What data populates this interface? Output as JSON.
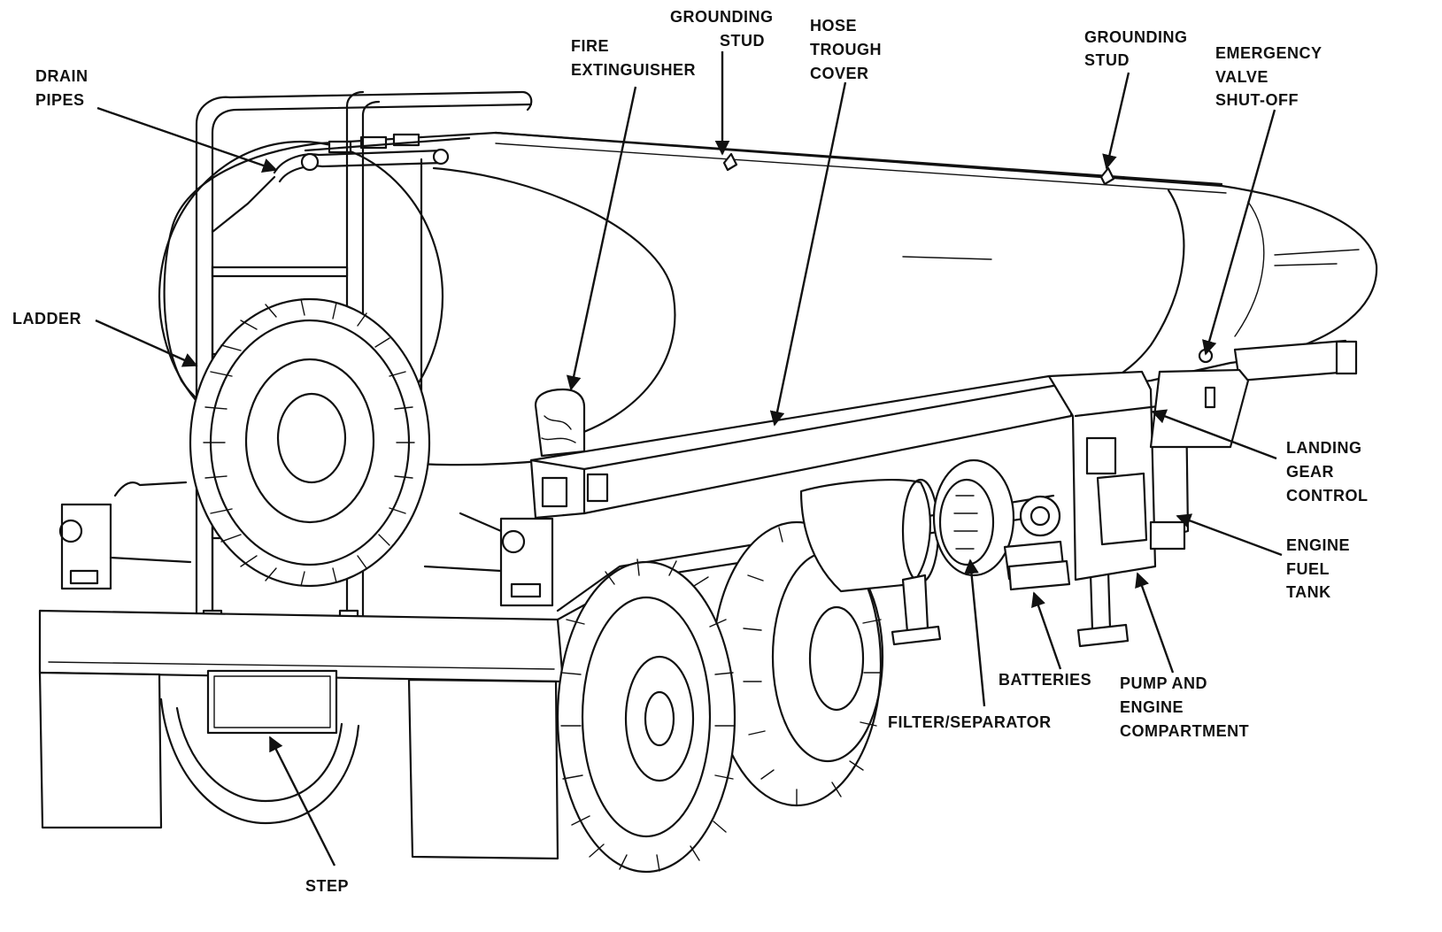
{
  "colors": {
    "ink": "#111111",
    "paper": "#ffffff"
  },
  "callouts": {
    "drain_pipes": [
      "DRAIN",
      "PIPES"
    ],
    "ladder": [
      "LADDER"
    ],
    "fire_extinguisher": [
      "FIRE",
      "EXTINGUISHER"
    ],
    "grounding_stud_1": [
      "GROUNDING",
      "STUD"
    ],
    "hose_trough_cover": [
      "HOSE",
      "TROUGH",
      "COVER"
    ],
    "grounding_stud_2": [
      "GROUNDING",
      "STUD"
    ],
    "emergency_valve_shutoff": [
      "EMERGENCY",
      "VALVE",
      "SHUT-OFF"
    ],
    "landing_gear_control": [
      "LANDING",
      "GEAR",
      "CONTROL"
    ],
    "engine_fuel_tank": [
      "ENGINE",
      "FUEL",
      "TANK"
    ],
    "pump_engine_compartment": [
      "PUMP AND",
      "ENGINE",
      "COMPARTMENT"
    ],
    "batteries": [
      "BATTERIES"
    ],
    "filter_separator": [
      "FILTER/SEPARATOR"
    ],
    "step": [
      "STEP"
    ]
  }
}
